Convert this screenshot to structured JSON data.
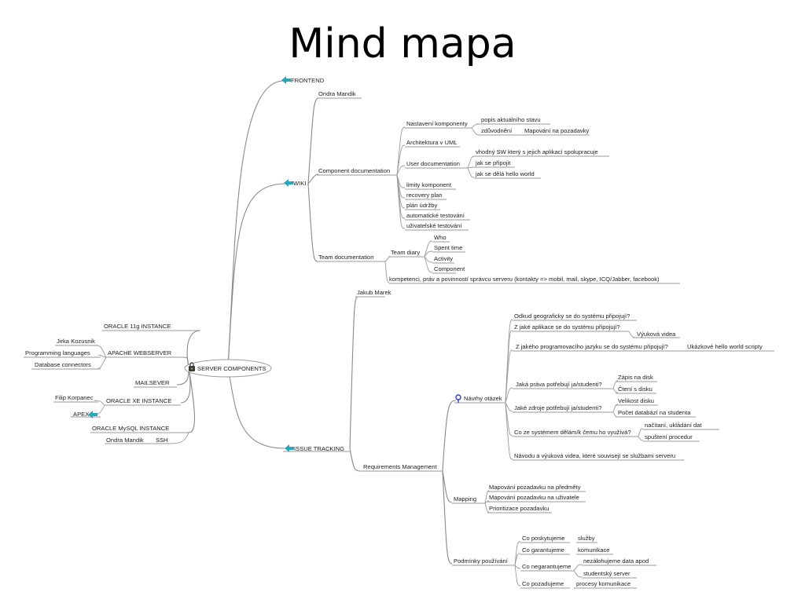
{
  "slide": {
    "title": "Mind mapa"
  },
  "colors": {
    "branch": "#8a8a8a",
    "arrow": "#2aa6b8",
    "node_text": "#222222"
  },
  "map": {
    "center": "SERVER COMPONENTS",
    "left": {
      "oracle11g": "ORACLE 11g INSTANCE",
      "apache": "APACHE WEBSERVER",
      "apache_children": [
        "Jirka Kozusnik",
        "Programming languages",
        "Database connectors"
      ],
      "mailsever": "MAILSEVER",
      "oraclexe": "ORACLE XE INSTANCE",
      "oraclexe_children": [
        "Filip Korpanec",
        "APEX"
      ],
      "mysql": "ORACLE MySQL INSTANCE",
      "mysql_children": [
        "Ondra Mandik",
        "SSH"
      ]
    },
    "frontend": "FRONTEND",
    "wiki": {
      "label": "WIKI",
      "ondra": "Ondra Mandik",
      "component_doc": {
        "label": "Component documentation",
        "nastaveni": "Nastavení komponenty",
        "nastaveni_children": [
          "popis aktuálního stavu",
          "zdůvodnění"
        ],
        "mapovani": "Mapování na pozadavky",
        "architektura": "Architektura v UML",
        "user_doc": "User documentation",
        "user_doc_children": [
          "vhodný SW který s jejich aplikací spolupracuje",
          "jak se připojit",
          "jak se dělá hello world"
        ],
        "other": [
          "limity komponent",
          "recovery plan",
          "plán údržby",
          "automatické testování",
          "uživatelské testování"
        ]
      },
      "team_doc": {
        "label": "Team documentation",
        "diary": "Team diary",
        "diary_children": [
          "Who",
          "Spent time",
          "Activity",
          "Component"
        ],
        "kompetence": "kompetenci, práv a povinností správcu serveru (kontakty => mobil, mail, skype, ICQ/Jabber, facebook)"
      }
    },
    "issue": {
      "label": "ISSUE TRACKING",
      "jakub": "Jakub Marek",
      "req": "Requirements Management",
      "navrhy": "Návrhy otázek",
      "q1": "Odkud geograficky se do systému připojují?",
      "q2": "Z jaké aplikace se do systému připojují?",
      "q2_child": "Výuková videa",
      "q3": "Z jakého programovacího jazyku se do systému připojují?",
      "q3_child": "Ukázkové hello world scripty",
      "q4": "Jaká práva potřebují ja/studenti?",
      "q4_children": [
        "Zápis na disk",
        "Čtení s disku"
      ],
      "q5": "Jaké zdroje potřebují ja/studenti?",
      "q5_children": [
        "Velikost disku",
        "Počet databází na studenta"
      ],
      "q6": "Co ze systémem dělám/k čemu ho využívá?",
      "q6_children": [
        "načítaní, ukládání dat",
        "spuštení procedur"
      ],
      "q7": "Návodu a výuková videa, které souvisejí se službami serveru",
      "mapping": "Mapping",
      "mapping_children": [
        "Mapování pozadavku na předměty",
        "Mapování pozadavku na uživatele",
        "Prioritizace pozadavku"
      ],
      "podminky": "Podmínky používání",
      "p1": "Co poskytujeme",
      "p1_child": "služby",
      "p2": "Co garantujeme",
      "p2_child": "komunikace",
      "p3": "Co negarantujeme",
      "p3_children": [
        "nezálohujeme data apod",
        "studentský server"
      ],
      "p4": "Co pozadujeme",
      "p4_child": "procesy komunikace"
    }
  }
}
